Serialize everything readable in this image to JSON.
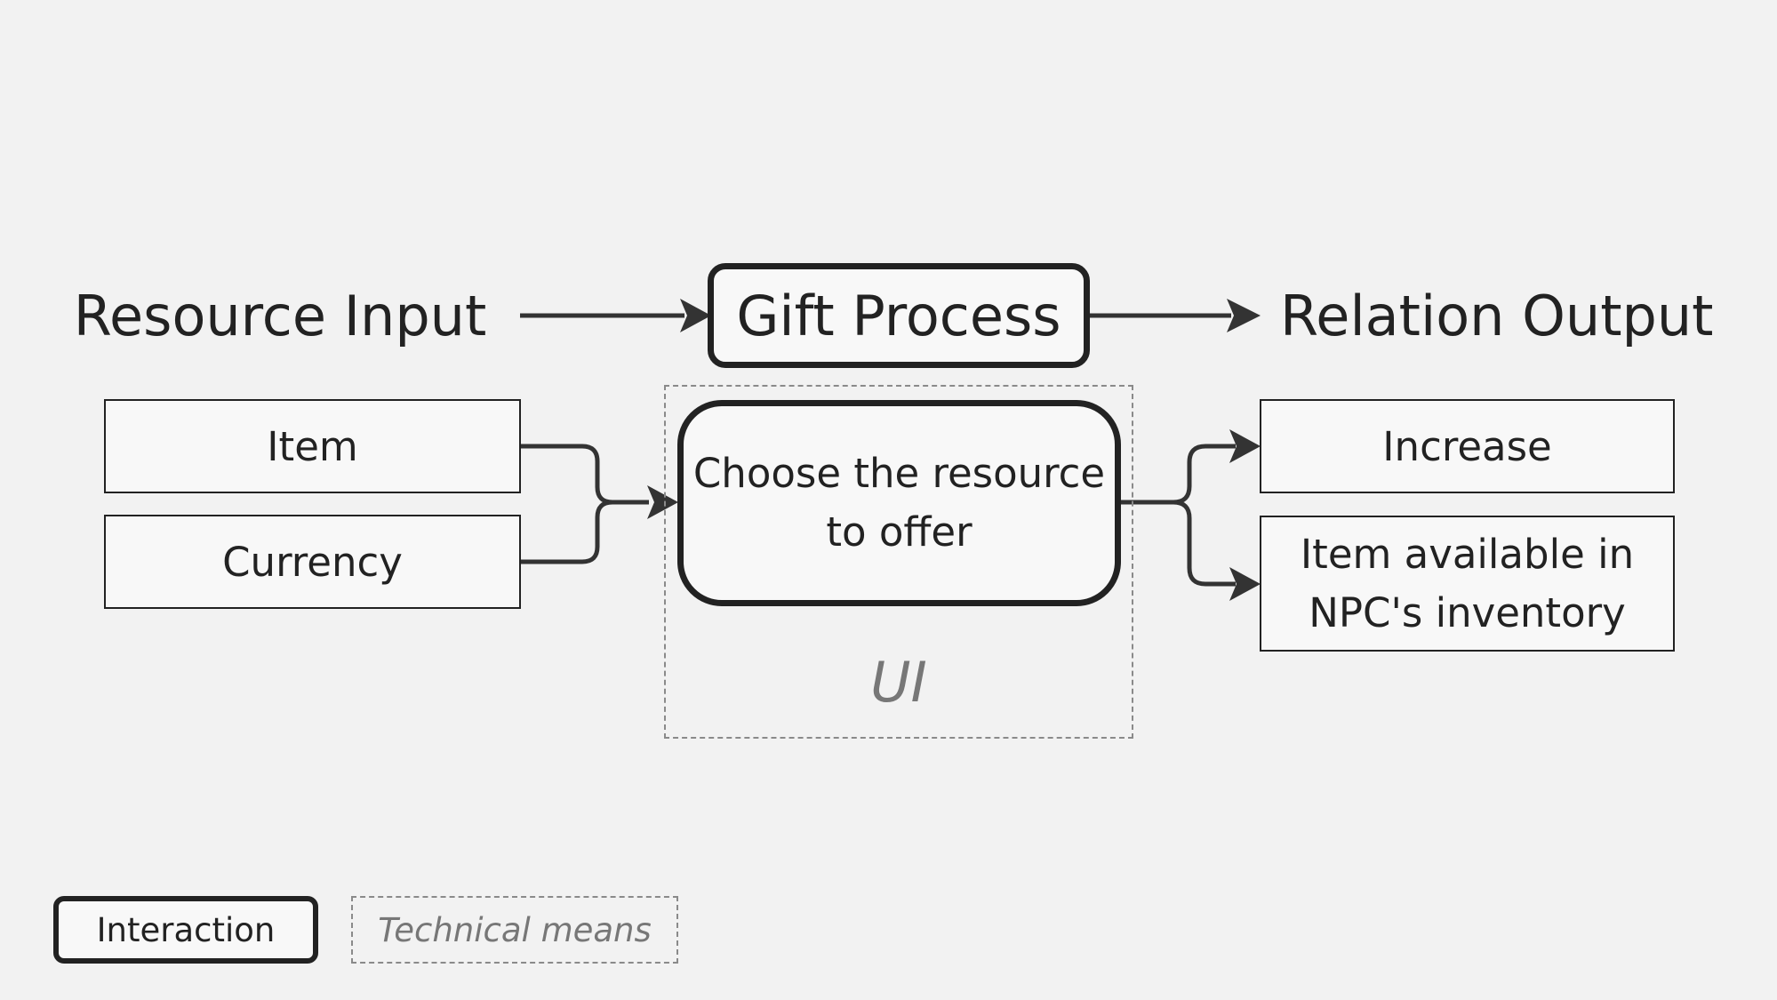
{
  "headers": {
    "input": "Resource Input",
    "process": "Gift Process",
    "output": "Relation Output"
  },
  "inputs": [
    "Item",
    "Currency"
  ],
  "interaction": {
    "line1": "Choose the resource",
    "line2": "to offer"
  },
  "technical_means_label": "UI",
  "outputs": {
    "increase": "Increase",
    "inventory_line1": "Item available in",
    "inventory_line2": "NPC's inventory"
  },
  "legend": {
    "interaction": "Interaction",
    "technical": "Technical means"
  },
  "colors": {
    "background": "#f2f2f2",
    "stroke": "#222222",
    "connector": "#333333",
    "dashed": "#8a8a8a",
    "muted_text": "#777777"
  }
}
